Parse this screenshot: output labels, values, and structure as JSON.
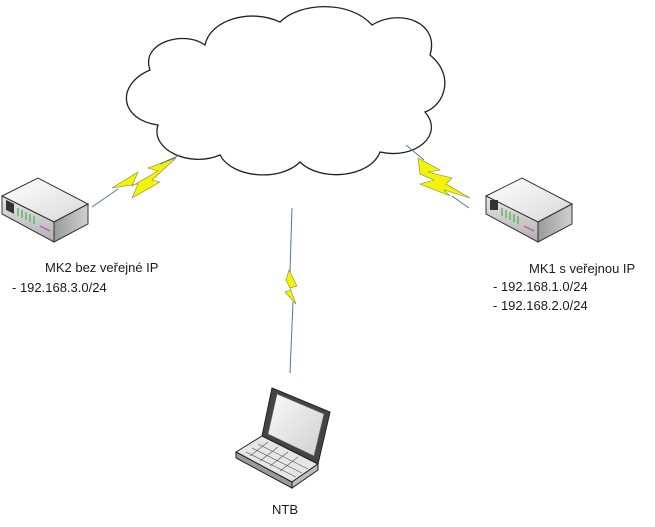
{
  "nodes": {
    "mk2": {
      "title": "MK2 bez veřejné IP",
      "networks": [
        "- 192.168.3.0/24"
      ]
    },
    "mk1": {
      "title": "MK1 s veřejnou IP",
      "networks": [
        "- 192.168.1.0/24",
        "- 192.168.2.0/24"
      ]
    },
    "ntb": {
      "title": "NTB"
    }
  },
  "colors": {
    "lightning_fill": "#f2f20a",
    "lightning_stroke": "#4a78a8",
    "cloud_stroke": "#222222",
    "device_accent": "#66b36a",
    "device_light": "#c15bb8"
  }
}
